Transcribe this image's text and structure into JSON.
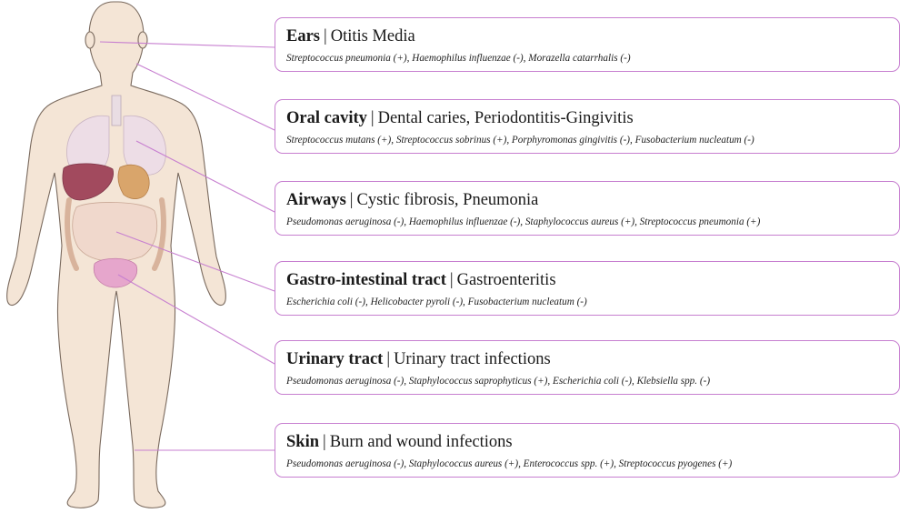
{
  "separator": "|",
  "colors": {
    "box_border": "#c77fd0",
    "connector": "#c77fd0",
    "skin": "#f4e5d6",
    "outline": "#7a6a5e"
  },
  "sites": [
    {
      "site": "Ears",
      "disease": "Otitis Media",
      "bacteria": "Streptococcus pneumonia (+), Haemophilus influenzae (-), Morazella catarrhalis (-)"
    },
    {
      "site": "Oral cavity",
      "disease": "Dental caries, Periodontitis-Gingivitis",
      "bacteria": "Streptococcus mutans (+), Streptococcus sobrinus (+), Porphyromonas gingivitis (-), Fusobacterium nucleatum (-)"
    },
    {
      "site": "Airways",
      "disease": "Cystic fibrosis, Pneumonia",
      "bacteria": "Pseudomonas aeruginosa (-), Haemophilus influenzae (-), Staphylococcus aureus (+), Streptococcus pneumonia (+)"
    },
    {
      "site": "Gastro-intestinal tract",
      "disease": "Gastroenteritis",
      "bacteria": "Escherichia coli (-), Helicobacter pyroli (-), Fusobacterium nucleatum (-)"
    },
    {
      "site": "Urinary tract",
      "disease": "Urinary tract infections",
      "bacteria": "Pseudomonas aeruginosa (-), Staphylococcus saprophyticus (+), Escherichia coli (-), Klebsiella spp. (-)"
    },
    {
      "site": "Skin",
      "disease": "Burn and wound infections",
      "bacteria": "Pseudomonas aeruginosa (-), Staphylococcus aureus (+), Enterococcus spp. (+), Streptococcus pyogenes (+)"
    }
  ]
}
